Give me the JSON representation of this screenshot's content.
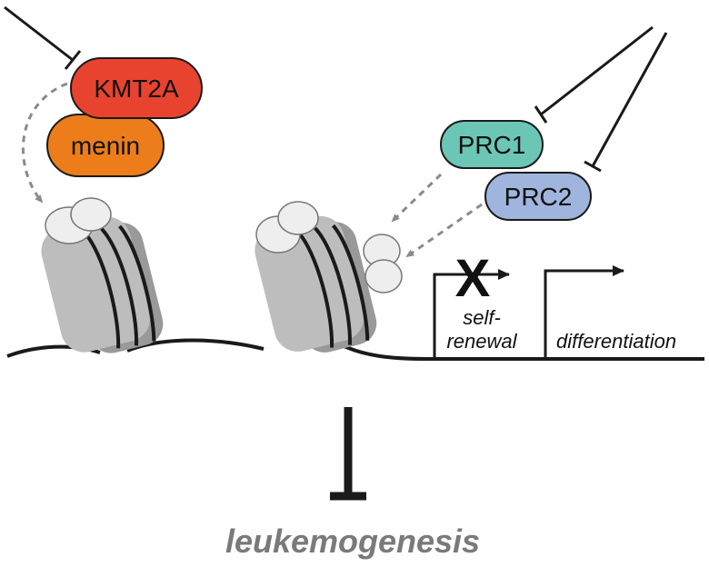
{
  "proteins": {
    "kmt2a": {
      "label": "KMT2A",
      "color": "#e8432f"
    },
    "menin": {
      "label": "menin",
      "color": "#ec7d1a"
    },
    "prc1": {
      "label": "PRC1",
      "color": "#6cc6b6"
    },
    "prc2": {
      "label": "PRC2",
      "color": "#9fb5de"
    }
  },
  "genes": {
    "self_renewal": {
      "line1": "self-",
      "line2": "renewal",
      "blocked_mark": "X"
    },
    "differentiation": {
      "label": "differentiation"
    }
  },
  "outcome": {
    "label": "leukemogenesis",
    "color": "#7a7a7a"
  },
  "colors": {
    "line": "#1a1a1a",
    "nucleosome_light": "#bdbdbd",
    "nucleosome_dark": "#999999",
    "histone_tail": "#eeeeee",
    "dashed_arrow": "#8a8a8a"
  }
}
